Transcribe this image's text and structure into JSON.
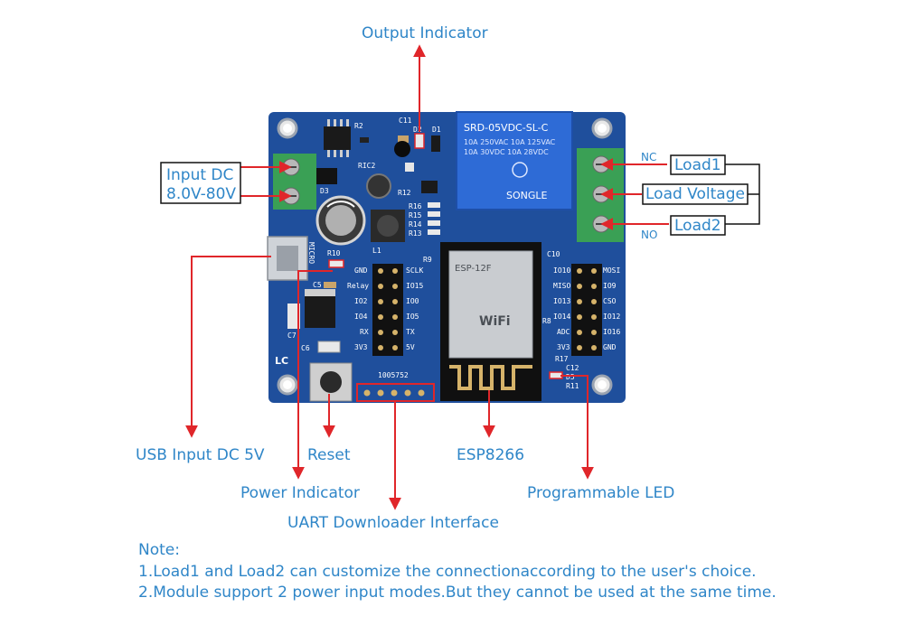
{
  "callouts": {
    "output_indicator": "Output Indicator",
    "input_dc_line1": "Input DC",
    "input_dc_line2": "8.0V-80V",
    "usb_input": "USB Input DC 5V",
    "reset": "Reset",
    "power_indicator": "Power Indicator",
    "uart": "UART Downloader Interface",
    "esp8266": "ESP8266",
    "programmable_led": "Programmable LED",
    "load1": "Load1",
    "load_voltage": "Load Voltage",
    "load2": "Load2",
    "nc": "NC",
    "no": "NO"
  },
  "board": {
    "relay_line1": "SRD-05VDC-SL-C",
    "relay_line2": "10A 250VAC 10A 125VAC",
    "relay_line3": "10A 30VDC 10A 28VDC",
    "relay_brand": "SONGLE",
    "module_line1": "ESP-12F",
    "module_line2": "WiFi",
    "serial": "1005752",
    "logo": "LC",
    "micro": "MICRO",
    "left_header": [
      "GND",
      "Relay",
      "IO2",
      "IO4",
      "RX",
      "3V3"
    ],
    "mid_header": [
      "SCLK",
      "IO15",
      "IO0",
      "IO5",
      "TX",
      "5V"
    ],
    "right_header_left": [
      "IO10",
      "MISO",
      "IO13",
      "IO14",
      "ADC",
      "3V3"
    ],
    "right_header_right": [
      "MOSI",
      "IO9",
      "CSO",
      "IO12",
      "IO16",
      "GND"
    ],
    "components": {
      "r2": "R2",
      "c11": "C11",
      "d2": "D2",
      "d1": "D1",
      "ric2": "RIC2",
      "d3": "D3",
      "r12": "R12",
      "r16": "R16",
      "r15": "R15",
      "r14": "R14",
      "r13": "R13",
      "l1": "L1",
      "r10": "R10",
      "r9": "R9",
      "c5": "C5",
      "c7": "C7",
      "c6": "C6",
      "c10": "C10",
      "r8": "R8",
      "r17": "R17",
      "c12": "C12",
      "d5": "D5",
      "r11": "R11"
    }
  },
  "notes": {
    "title": "Note:",
    "line1": "1.Load1 and Load2 can customize the connectionaccording to the user's choice.",
    "line2": "2.Module support 2 power input modes.But they cannot be used at the same time."
  },
  "colors": {
    "pcb": "#1f4f9c",
    "label": "#2f86c8",
    "arrow": "#e0262a",
    "terminal": "#3aa055",
    "relay": "#2e6bd6"
  }
}
